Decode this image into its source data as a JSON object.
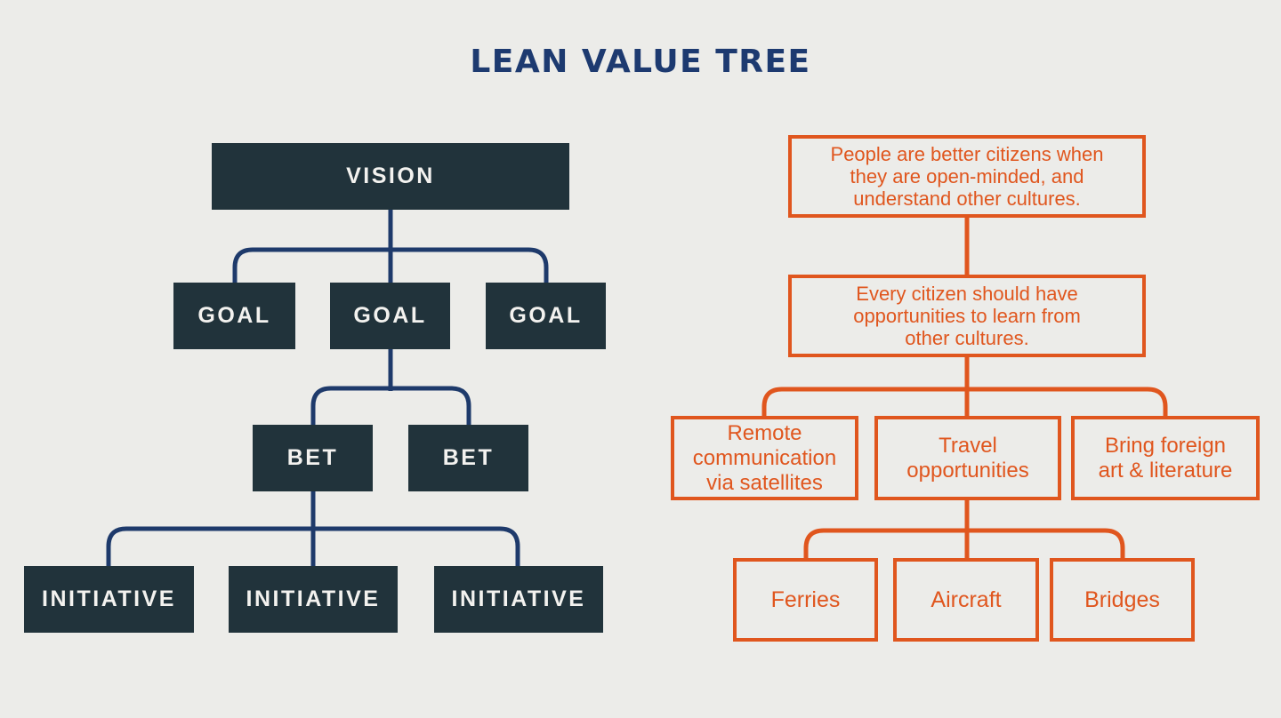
{
  "title": "LEAN VALUE TREE",
  "colors": {
    "background": "#ECECE9",
    "navy": "#1E3A6B",
    "title_navy": "#1D3A70",
    "dark_box": "#21333B",
    "orange": "#E0561E",
    "light_text": "#F3F2EF"
  },
  "template_tree": {
    "vision": "VISION",
    "goals": [
      "GOAL",
      "GOAL",
      "GOAL"
    ],
    "bets": [
      "BET",
      "BET"
    ],
    "initiatives": [
      "INITIATIVE",
      "INITIATIVE",
      "INITIATIVE"
    ]
  },
  "example_tree": {
    "vision_lines": [
      "People are better citizens when",
      "they are open-minded, and",
      "understand other cultures."
    ],
    "goal_lines": [
      "Every citizen should have",
      "opportunities to learn from",
      "other cultures."
    ],
    "bets": [
      {
        "lines": [
          "Remote",
          "communication",
          "via satellites"
        ]
      },
      {
        "lines": [
          "Travel",
          "opportunities"
        ]
      },
      {
        "lines": [
          "Bring foreign",
          "art & literature"
        ]
      }
    ],
    "initiatives": [
      "Ferries",
      "Aircraft",
      "Bridges"
    ]
  }
}
